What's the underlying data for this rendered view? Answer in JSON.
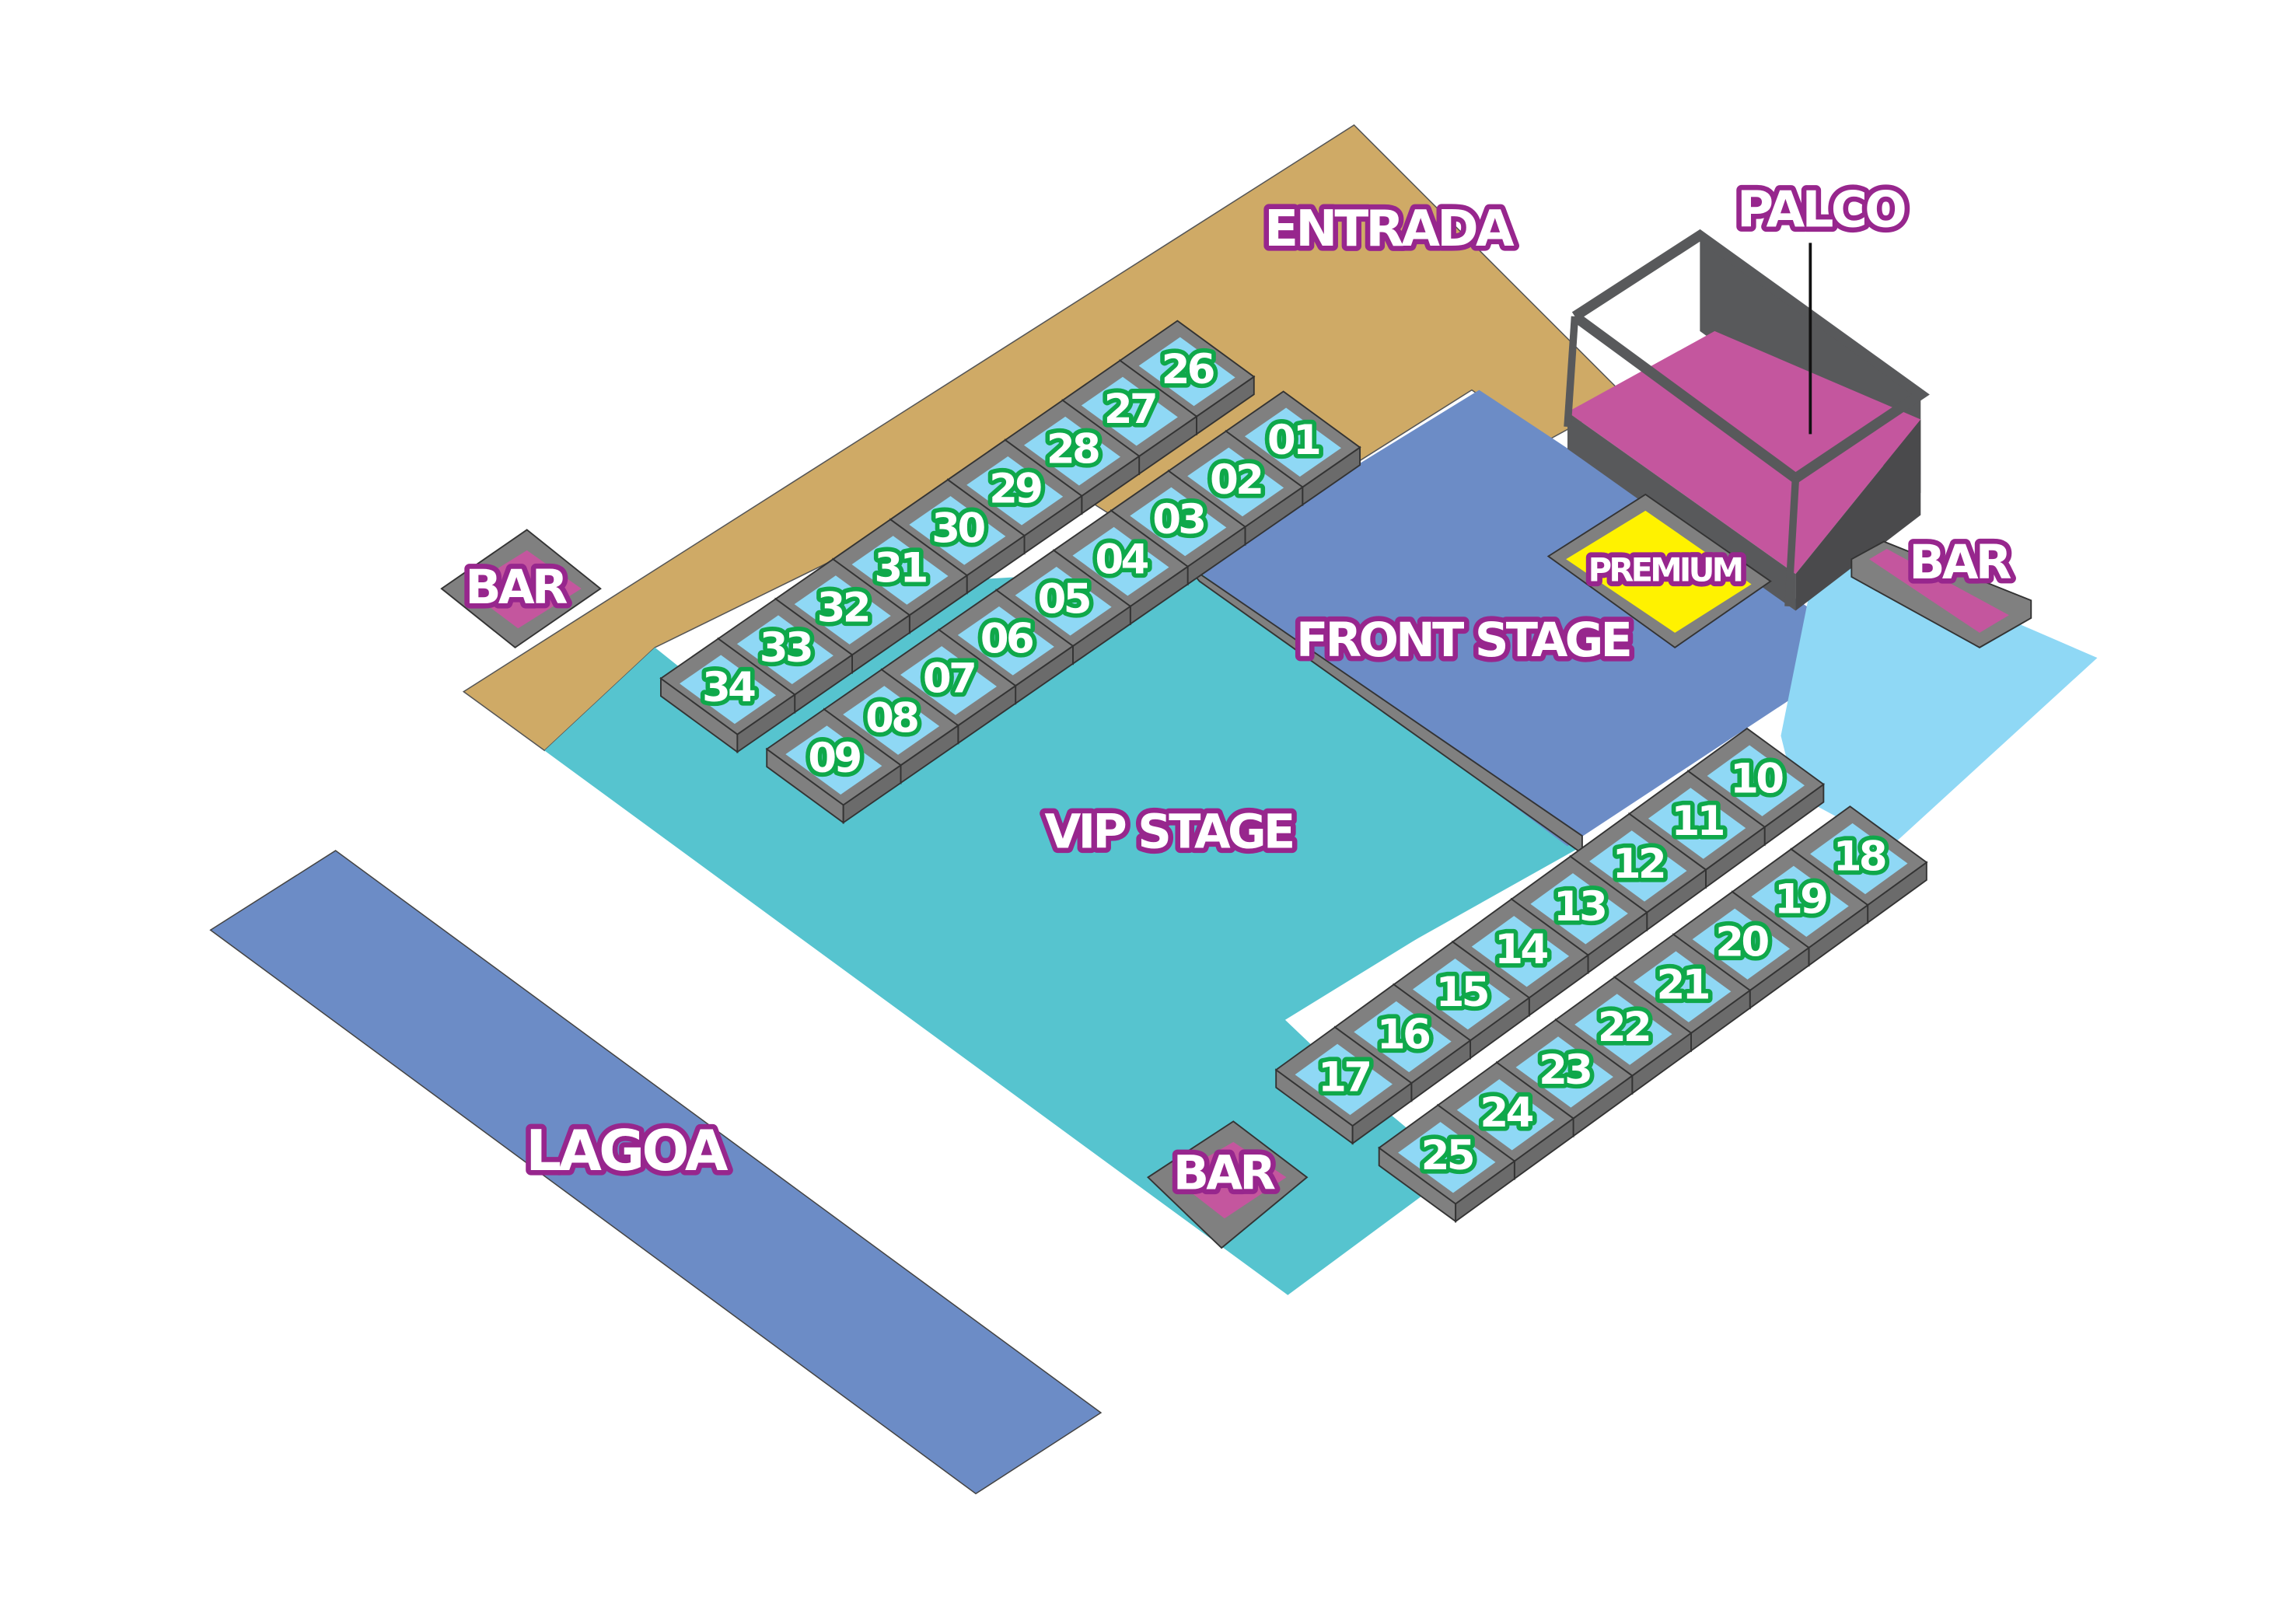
{
  "map": {
    "areas": {
      "entrada": "ENTRADA",
      "palco": "PALCO",
      "premium": "PREMIUM",
      "front_stage": "FRONT STAGE",
      "vip_stage": "VIP STAGE",
      "lagoa": "LAGOA",
      "bar_left": "BAR",
      "bar_right": "BAR",
      "bar_bottom": "BAR"
    },
    "colors": {
      "entrada": "#cfaa66",
      "front_stage": "#6c8cc6",
      "vip_stage": "#56c4cf",
      "lagoa": "#6c8cc6",
      "walkway": "#8fd8f5",
      "bar": "#c4569e",
      "premium": "#fff200",
      "palco_frame": "#58595b",
      "label_outline": "#97268d",
      "seat_outline": "#0fa84a"
    },
    "tables_top_outer": [
      "26",
      "27",
      "28",
      "29",
      "30",
      "31",
      "32",
      "33",
      "34"
    ],
    "tables_top_inner": [
      "01",
      "02",
      "03",
      "04",
      "05",
      "06",
      "07",
      "08",
      "09"
    ],
    "tables_right_inner": [
      "10",
      "11",
      "12",
      "13",
      "14",
      "15",
      "16",
      "17"
    ],
    "tables_right_outer": [
      "18",
      "19",
      "20",
      "21",
      "22",
      "23",
      "24",
      "25"
    ]
  }
}
